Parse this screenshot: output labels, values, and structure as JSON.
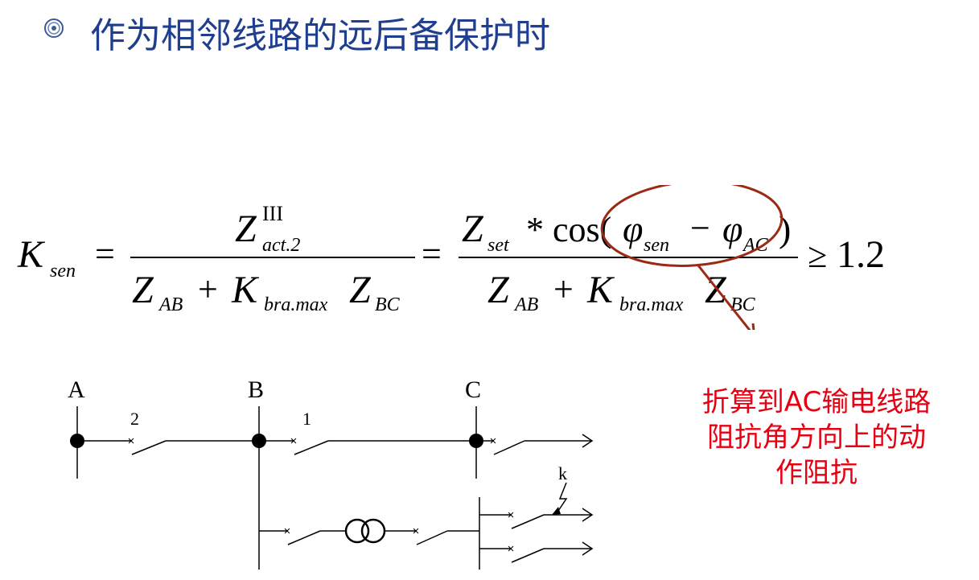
{
  "title": "作为相邻线路的远后备保护时",
  "formula": {
    "lhs_K": "K",
    "lhs_sub": "sen",
    "eq1": "=",
    "f1_num_Z": "Z",
    "f1_num_sup": "III",
    "f1_num_sub": "act.2",
    "f1_den_Z1": "Z",
    "f1_den_sub1": "AB",
    "plus": "+",
    "f1_den_K": "K",
    "f1_den_ksub": "bra.max",
    "f1_den_Z2": "Z",
    "f1_den_sub2": "BC",
    "eq2": "=",
    "f2_num_Z": "Z",
    "f2_num_sub": "set",
    "f2_num_star": "* cos(",
    "phi": "φ",
    "phi1_sub": "sen",
    "minus": "−",
    "phi2_sub": "AC",
    "close_paren": ")",
    "geq": "≥",
    "value": "1.2"
  },
  "callout": {
    "lines": [
      "折算到AC输电线路",
      "阻抗角方向上的动",
      "作阻抗"
    ]
  },
  "circuit": {
    "node_A": "A",
    "node_B": "B",
    "node_C": "C",
    "label_2": "2",
    "label_1": "1",
    "label_k": "k"
  },
  "colors": {
    "title": "#1f3e8f",
    "callout": "#e60012",
    "ellipse": "#9b2a14"
  }
}
